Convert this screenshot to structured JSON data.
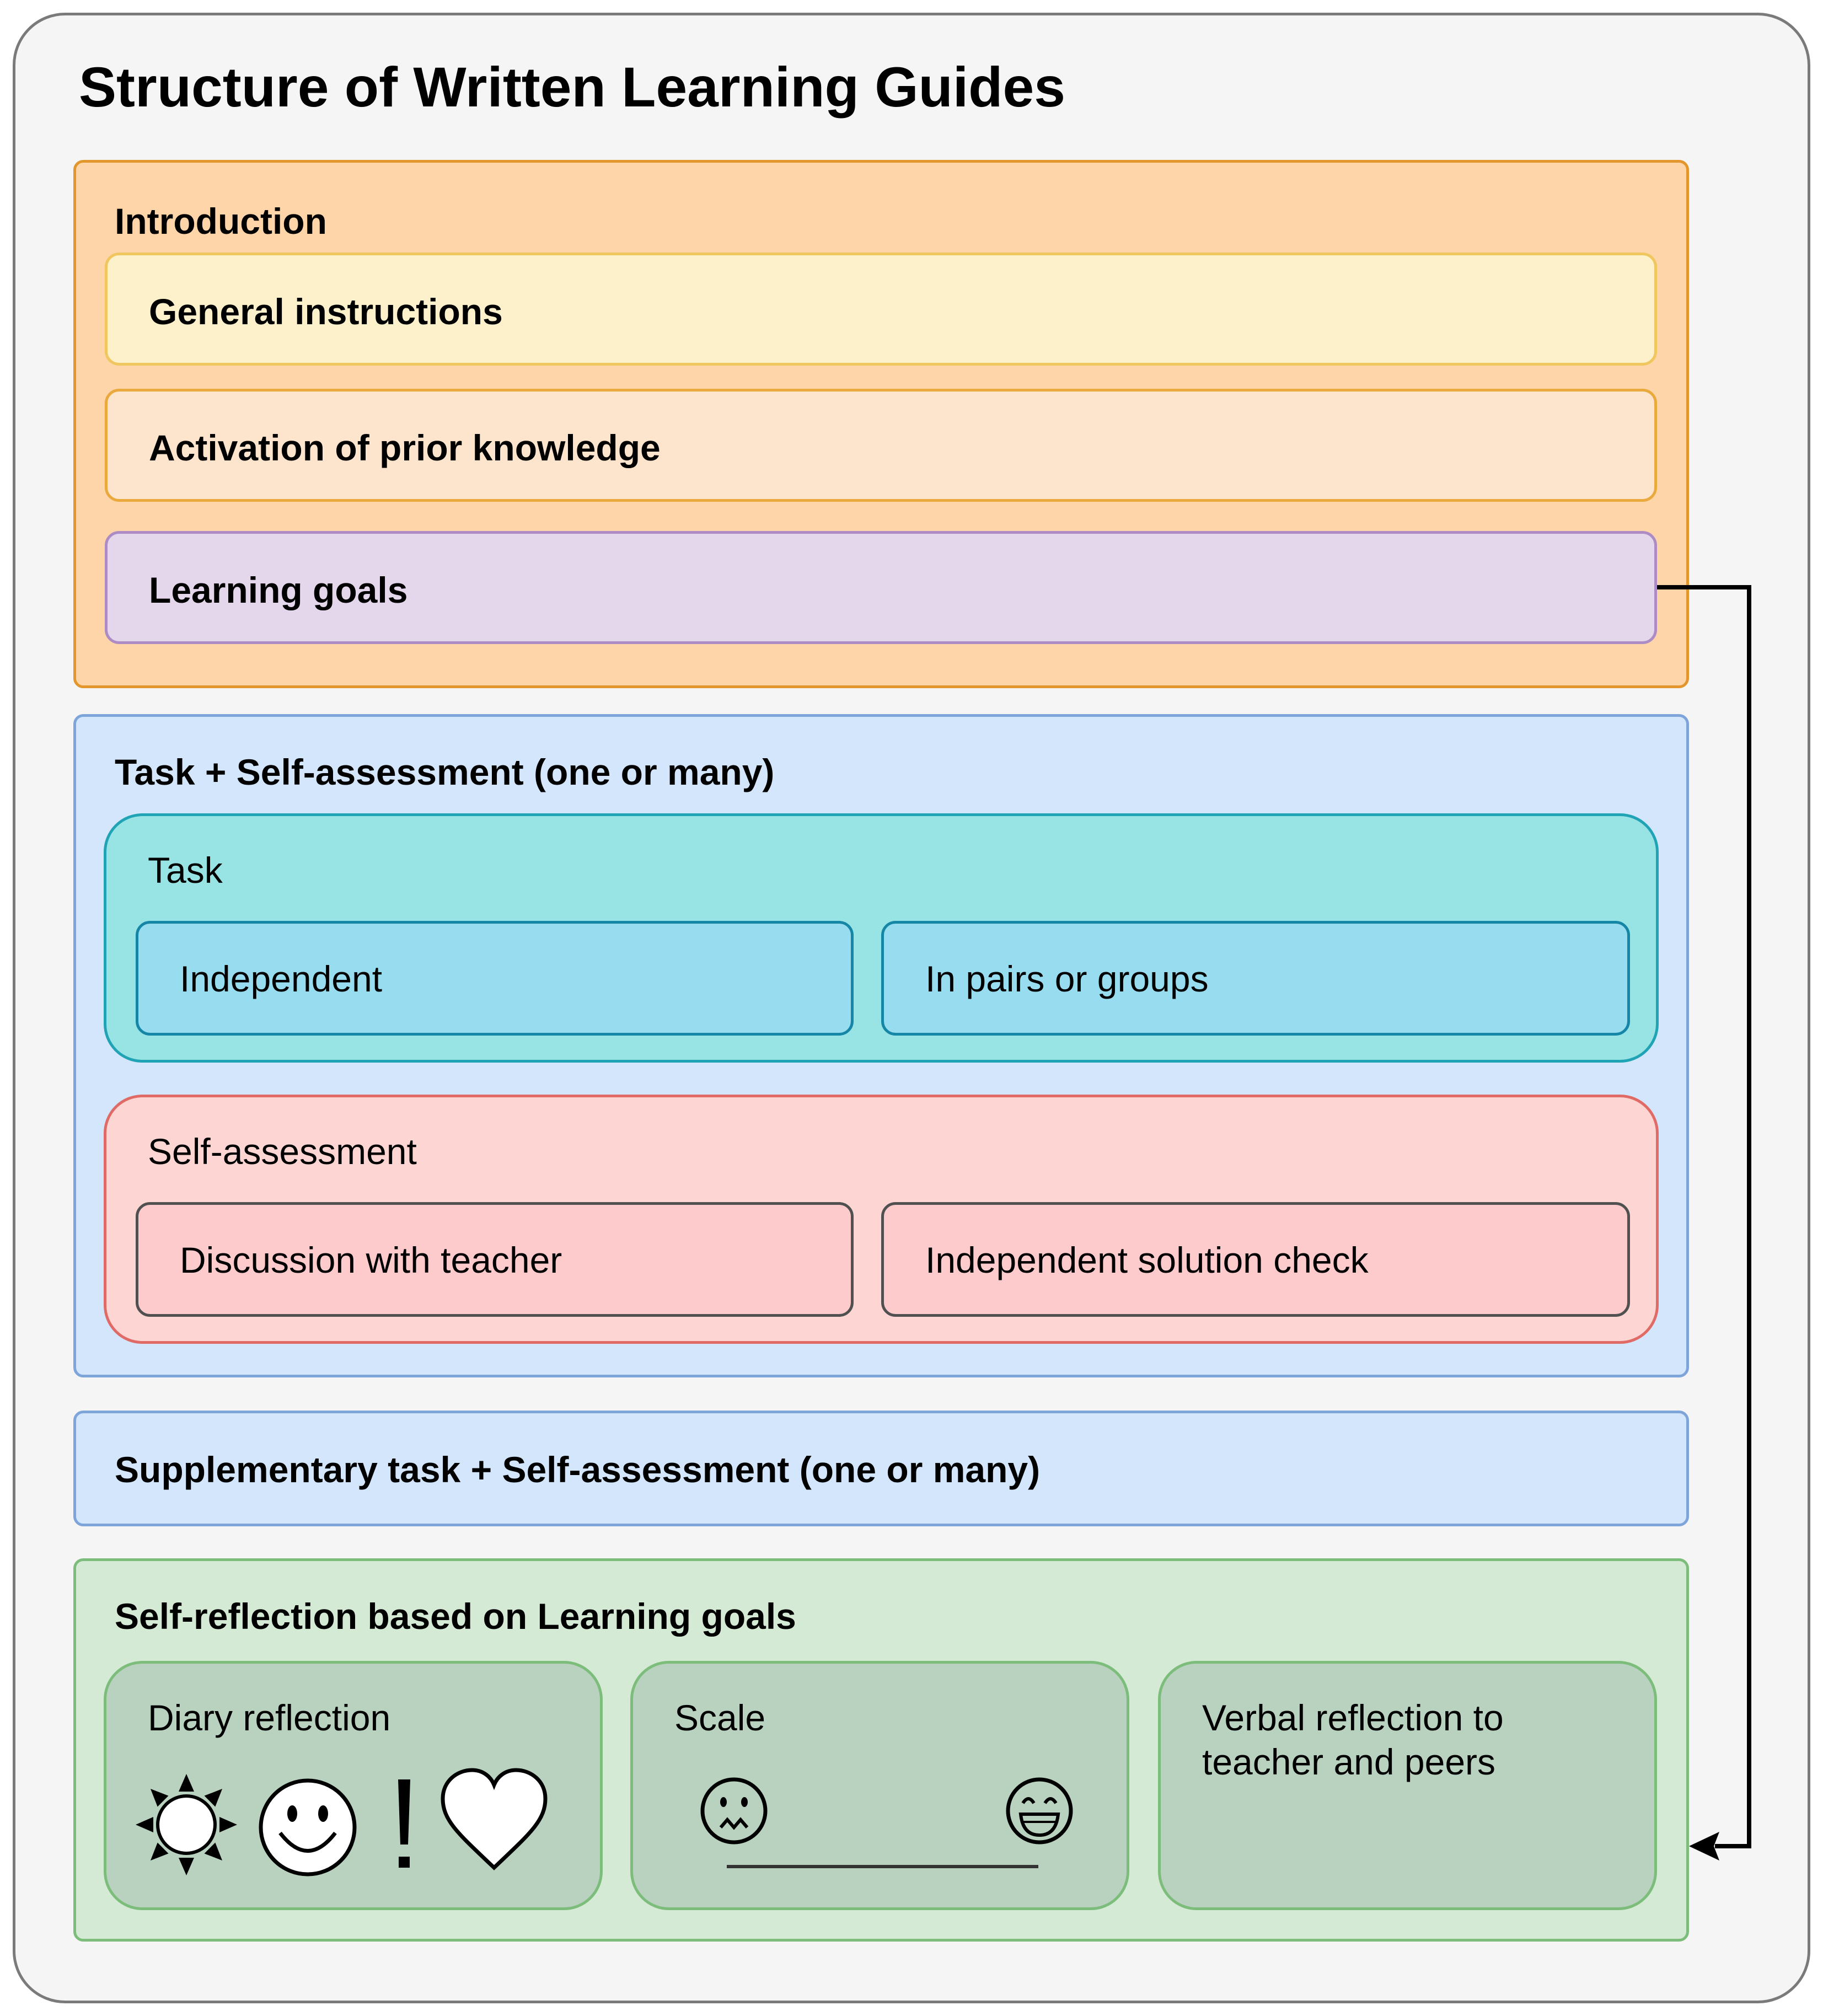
{
  "title": "Structure of Written Learning Guides",
  "introduction": {
    "label": "Introduction",
    "items": [
      "General instructions",
      "Activation of prior knowledge",
      "Learning goals"
    ]
  },
  "task_section": {
    "label": "Task + Self-assessment (one or many)",
    "task": {
      "label": "Task",
      "options": [
        "Independent",
        "In pairs or groups"
      ]
    },
    "self_assessment": {
      "label": "Self-assessment",
      "options": [
        "Discussion with teacher",
        "Independent solution check"
      ]
    }
  },
  "supplementary": {
    "label": "Supplementary task + Self-assessment (one or many)"
  },
  "reflection": {
    "label": "Self-reflection based on Learning goals",
    "cards": [
      {
        "label": "Diary reflection",
        "icons": [
          "sun-icon",
          "smiley-icon",
          "exclamation-icon",
          "heart-icon"
        ]
      },
      {
        "label": "Scale",
        "icons": [
          "worried-face-icon",
          "grinning-face-icon"
        ]
      },
      {
        "label_line1": "Verbal reflection to",
        "label_line2": "teacher and peers"
      }
    ]
  },
  "colors": {
    "introduction": "#fdd5a9",
    "learning_goals": "#e5d7eb",
    "task_section": "#d4e6fb",
    "task": "#98e3e4",
    "self_assessment": "#fdd6d3",
    "reflection": "#d4ead4"
  },
  "connector": {
    "from": "Learning goals",
    "to": "Self-reflection based on Learning goals"
  }
}
